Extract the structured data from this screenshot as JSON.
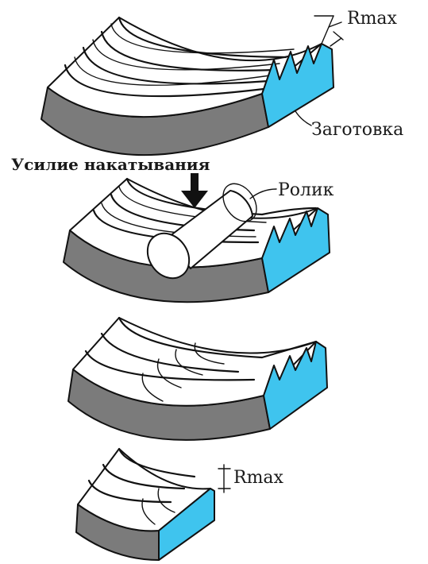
{
  "labels": {
    "rmax_top": "Rmax",
    "workpiece": "Заготовка",
    "rolling_force": "Усилие накатывания",
    "roller": "Ролик",
    "rmax_bottom": "Rmax"
  },
  "colors": {
    "end_face": "#3fc4ee",
    "side_face": "#7b7b7b",
    "outline": "#111111",
    "background": "#ffffff"
  }
}
